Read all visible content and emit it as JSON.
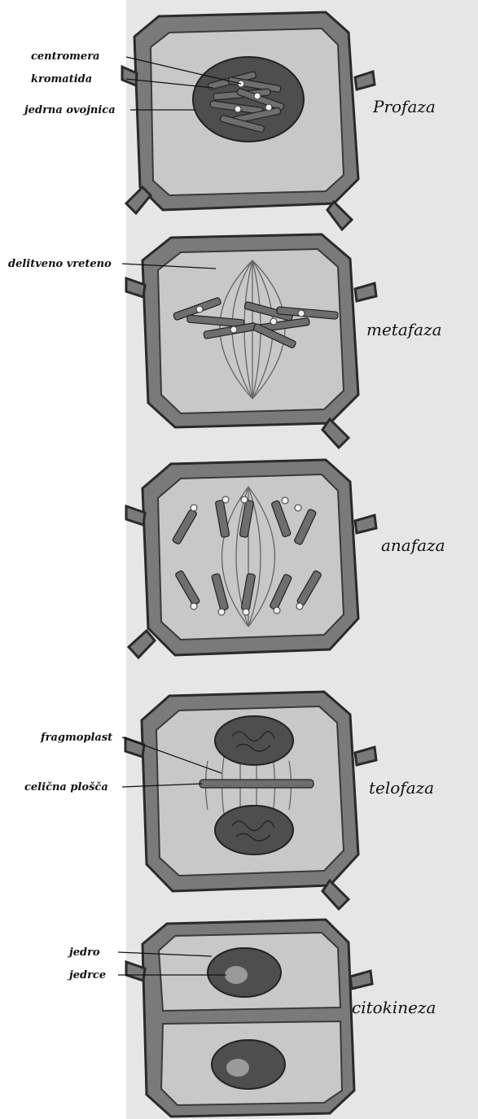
{
  "stages": [
    {
      "name": "Profaza",
      "labels": [
        "centromera",
        "kromatida",
        "jedrna ovojnica"
      ]
    },
    {
      "name": "metafaza",
      "labels": [
        "delitveno vreteno"
      ]
    },
    {
      "name": "anafaza",
      "labels": []
    },
    {
      "name": "telofaza",
      "labels": [
        "fragmoplast",
        "celična plošča"
      ]
    },
    {
      "name": "citokineza",
      "labels": [
        "jedro",
        "jedrce"
      ]
    }
  ],
  "colors": {
    "cell_wall": "#7a7a7a",
    "cytoplasm": "#c8c8c8",
    "nucleus": "#4e4e4e",
    "chromosome": "#6e6e6e"
  }
}
